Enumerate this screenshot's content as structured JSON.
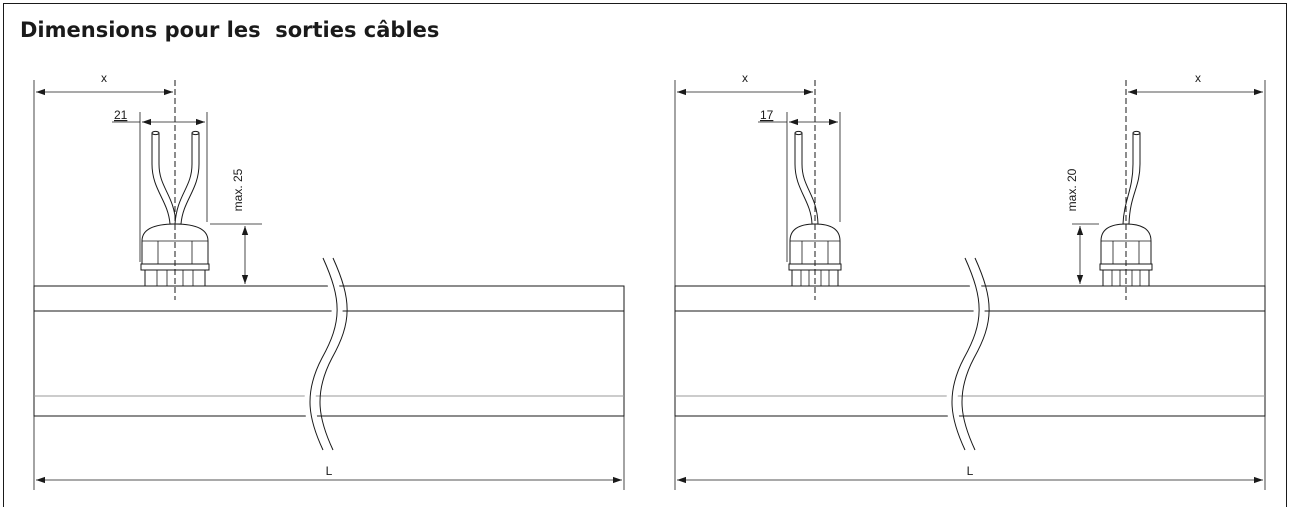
{
  "title": "Dimensions pour les  sorties câbles",
  "left_view": {
    "dim_x": "x",
    "dim_spacing": "21",
    "dim_height": "max. 25",
    "dim_length": "L"
  },
  "right_view": {
    "dim_x_left": "x",
    "dim_x_right": "x",
    "dim_spacing": "17",
    "dim_height": "max. 20",
    "dim_length": "L"
  }
}
